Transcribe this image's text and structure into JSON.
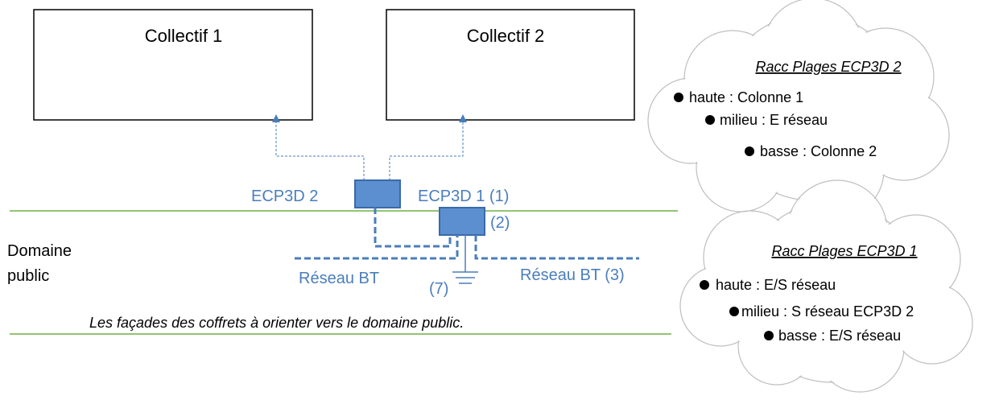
{
  "boxes": {
    "collectif1": "Collectif 1",
    "collectif2": "Collectif 2"
  },
  "ecp3d2_label": "ECP3D 2",
  "ecp3d1_label": "ECP3D 1 (1)",
  "marker_2": "(2)",
  "marker_7": "(7)",
  "domaine_public": [
    "Domaine",
    "public"
  ],
  "reseau_bt_left": "Réseau BT",
  "reseau_bt_right": "Réseau BT (3)",
  "note": "Les façades des coffrets à orienter vers le domaine public.",
  "cloud_top": {
    "title": "Racc Plages ECP3D 2",
    "items": [
      "haute : Colonne 1",
      "milieu : E réseau",
      "basse : Colonne 2"
    ]
  },
  "cloud_bottom": {
    "title": "Racc Plages ECP3D 1",
    "items": [
      "haute : E/S réseau",
      "milieu : S réseau ECP3D 2",
      "basse : E/S réseau"
    ]
  },
  "colors": {
    "blue": "#4a7ebb",
    "box_fill": "#5b8fd0",
    "green": "#70ad47",
    "cloud_stroke": "#bfbfbf"
  }
}
